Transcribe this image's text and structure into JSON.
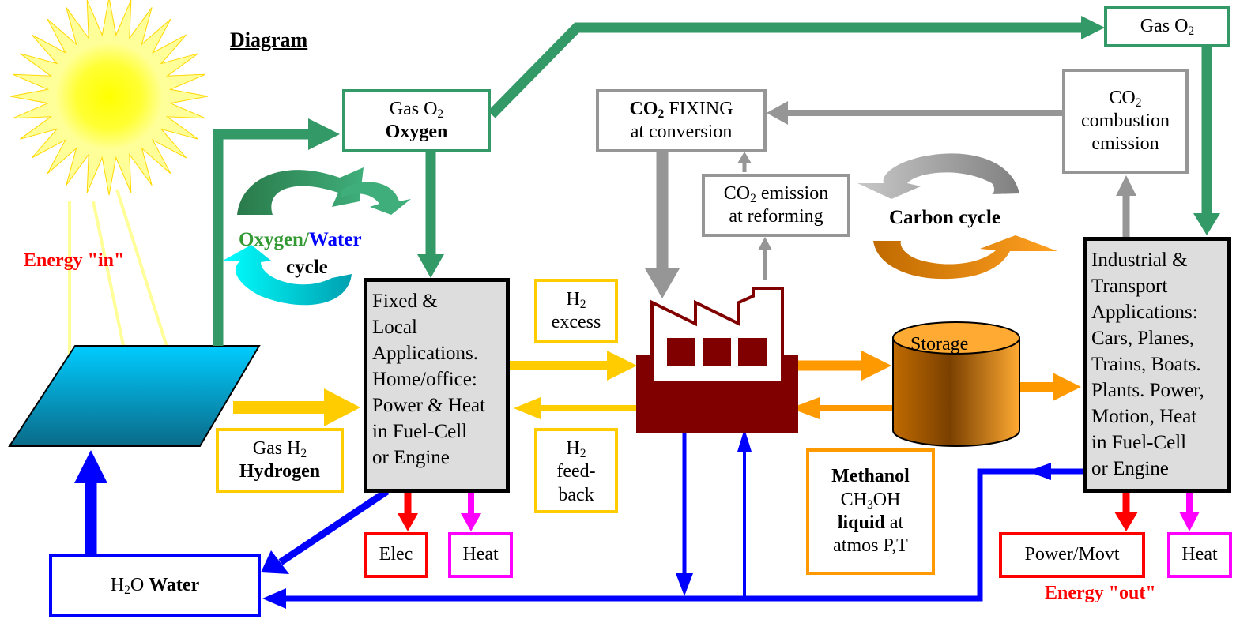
{
  "diagram": {
    "title": "Diagram",
    "energy_in": "Energy \"in\"",
    "energy_out": "Energy \"out\"",
    "oxygen_water_cycle": {
      "part1": "Oxygen",
      "slash": "/",
      "part2": "Water",
      "part3": "cycle"
    },
    "carbon_cycle": "Carbon cycle",
    "storage_label": "Storage",
    "nodes": {
      "gas_o2_top": {
        "line1": "Gas O",
        "sub": "2"
      },
      "gas_o2_oxygen": {
        "line1": "Gas O",
        "sub": "2",
        "line2": "Oxygen"
      },
      "co2_fixing": {
        "bold": "CO",
        "sub": "2",
        "rest": " FIXING",
        "line2": "at conversion"
      },
      "co2_combustion": {
        "line1": "CO",
        "sub": "2",
        "line2": "combustion",
        "line3": "emission"
      },
      "co2_reforming": {
        "line1": "CO",
        "sub": "2",
        "rest": " emission",
        "line2": "at reforming"
      },
      "fixed_local": {
        "lines": [
          "Fixed &",
          "Local",
          "Applications.",
          "Home/office:",
          "Power & Heat",
          "in Fuel-Cell",
          "or Engine"
        ]
      },
      "industrial": {
        "lines": [
          "Industrial &",
          "Transport",
          "Applications:",
          "Cars, Planes,",
          "Trains, Boats.",
          "Plants. Power,",
          "Motion, Heat",
          "in Fuel-Cell",
          "or Engine"
        ]
      },
      "h2_excess": {
        "line1": "H",
        "sub": "2",
        "line2": "excess"
      },
      "h2_feedback": {
        "line1": "H",
        "sub": "2",
        "line2": "feed-",
        "line3": "back"
      },
      "gas_h2": {
        "line1": "Gas H",
        "sub": "2",
        "line2": "Hydrogen"
      },
      "methanol": {
        "line1": "Methanol",
        "line2a": "CH",
        "sub": "3",
        "line2b": "OH",
        "line3a": "liquid",
        "line3b": " at",
        "line4": "atmos P,T"
      },
      "h2o_water": {
        "pre": "H",
        "sub": "2",
        "mid": "O ",
        "bold": "Water"
      },
      "elec": "Elec",
      "heat_left": "Heat",
      "power_movt": "Power/Movt",
      "heat_right": "Heat"
    },
    "colors": {
      "green": "#339966",
      "gray": "#969696",
      "yellow": "#ffcc00",
      "orange": "#ff9900",
      "blue": "#0000ff",
      "red": "#ff0000",
      "magenta": "#ff00ff",
      "factory": "#800000",
      "sun": "#ffff00",
      "panel": "#00ccff"
    }
  }
}
